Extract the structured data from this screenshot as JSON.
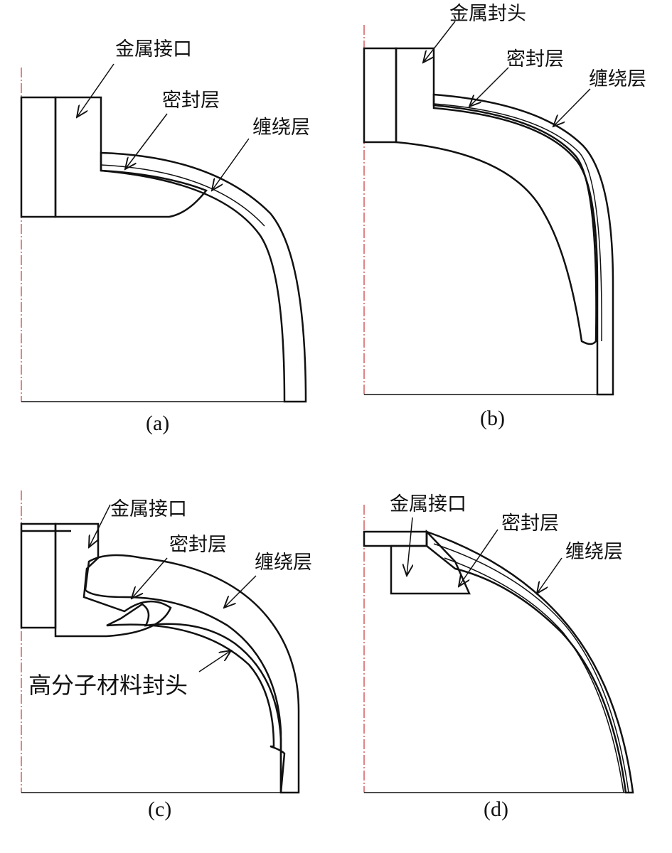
{
  "colors": {
    "line": "#111111",
    "centerline": "#cc4444",
    "background": "#ffffff"
  },
  "panels": [
    {
      "caption": "(a)",
      "labels": {
        "metal": "金属接口",
        "seal": "密封层",
        "winding": "缠绕层"
      }
    },
    {
      "caption": "(b)",
      "labels": {
        "metal": "金属封头",
        "seal": "密封层",
        "winding": "缠绕层"
      }
    },
    {
      "caption": "(c)",
      "labels": {
        "metal": "金属接口",
        "seal": "密封层",
        "winding": "缠绕层",
        "polymer": "高分子材料封头"
      }
    },
    {
      "caption": "(d)",
      "labels": {
        "metal": "金属接口",
        "seal": "密封层",
        "winding": "缠绕层"
      }
    }
  ]
}
